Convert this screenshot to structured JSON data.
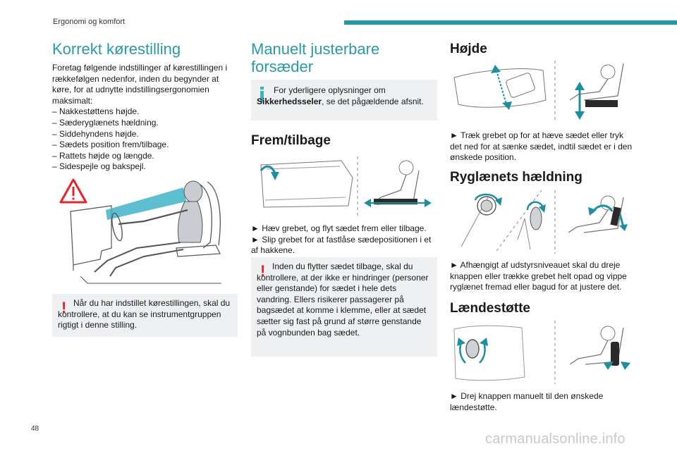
{
  "header": {
    "section": "Ergonomi og komfort"
  },
  "col1": {
    "title": "Korrekt kørestilling",
    "intro": "Foretag følgende indstillinger af kørestillingen i rækkefølgen nedenfor, inden du begynder at køre, for at udnytte indstillingsergonomien maksimalt:",
    "items": [
      "– Nakkestøttens højde.",
      "– Sæderyglænets hældning.",
      "– Siddehyndens højde.",
      "– Sædets position frem/tilbage.",
      "– Rattets højde og længde.",
      "– Sidespejle og bakspejl."
    ],
    "warning": "Når du har indstillet kørestillingen, skal du kontrollere, at du kan se instrumentgruppen rigtigt i denne stilling."
  },
  "col2": {
    "title": "Manuelt justerbare forsæder",
    "info_pre": "For yderligere oplysninger om ",
    "info_bold": "Sikkerhedsseler",
    "info_post": ", se det pågældende afsnit.",
    "heading": "Frem/tilbage",
    "step1": "► Hæv grebet, og flyt sædet frem eller tilbage.",
    "step2": "► Slip grebet for at fastlåse sædepositionen i et af hakkene.",
    "warning": "Inden du flytter sædet tilbage, skal du kontrollere, at der ikke er hindringer (personer eller genstande) for sædet i hele dets vandring. Ellers risikerer passagerer på bagsædet at komme i klemme, eller at sædet sætter sig fast på grund af større genstande på vognbunden bag sædet."
  },
  "col3": {
    "heading1": "Højde",
    "text1": "► Træk grebet op for at hæve sædet eller tryk det ned for at sænke sædet, indtil sædet er i den ønskede position.",
    "heading2": "Ryglænets hældning",
    "text2": "► Afhængigt af udstyrsniveauet skal du dreje knappen eller trække grebet helt opad og vippe ryglænet fremad eller bagud for at justere det.",
    "heading3": "Lændestøtte",
    "text3": "► Drej knappen manuelt til den ønskede lændestøtte."
  },
  "footer": {
    "page_number": "48",
    "watermark": "carmanualsonline.info"
  },
  "icons": {
    "warning_sign": "warning-triangle-icon",
    "alert": "exclamation-icon",
    "info": "info-icon"
  },
  "colors": {
    "accent": "#1e9aa3",
    "arrow": "#1e8fa0",
    "warning": "#e3242b",
    "box_bg": "#eef0f2"
  }
}
